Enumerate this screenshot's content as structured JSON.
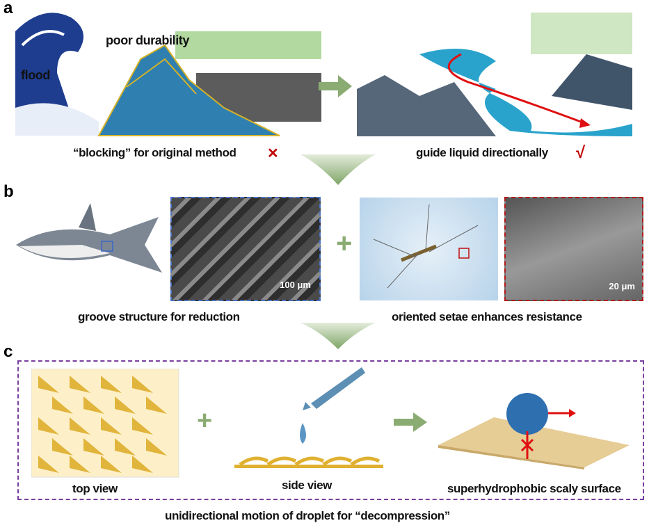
{
  "panel_labels": {
    "a": "a",
    "b": "b",
    "c": "c"
  },
  "panel_a": {
    "flood_label": "flood",
    "durability_label": "poor durability",
    "left_caption": "“blocking” for original method",
    "left_mark": "✕",
    "right_caption": "guide liquid directionally",
    "right_mark": "√"
  },
  "panel_b": {
    "left_caption": "groove structure for reduction",
    "right_caption": "oriented setae enhances resistance",
    "scale_left": "100 μm",
    "scale_right": "20 μm",
    "plus": "+"
  },
  "panel_c": {
    "top_view": "top view",
    "side_view": "side view",
    "surface": "superhydrophobic scaly surface",
    "bottom_caption": "unidirectional motion of droplet for “decompression”",
    "plus": "+"
  },
  "colors": {
    "arrow_green": "#8aab72",
    "dash_blue": "#4a72c4",
    "dash_red": "#b01818",
    "dash_purple": "#7a3fa0",
    "mark_red": "#c00000"
  }
}
